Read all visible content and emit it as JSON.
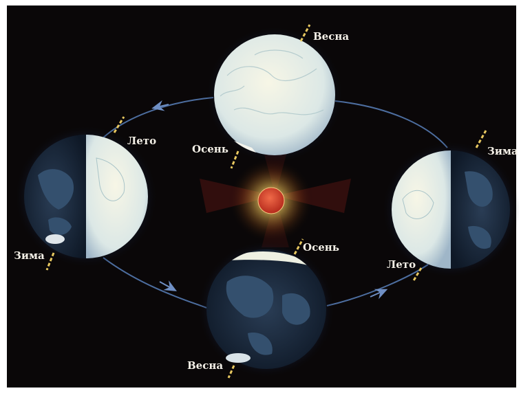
{
  "diagram": {
    "labels": {
      "top_spring": "Весна",
      "top_autumn": "Осень",
      "left_summer": "Лето",
      "left_winter": "Зима",
      "right_winter": "Зима",
      "right_summer": "Лето",
      "bottom_autumn": "Осень",
      "bottom_spring": "Весна"
    },
    "colors": {
      "background": "#0a0708",
      "sun": "#d4402a",
      "sun_glow": "#f4c65a",
      "earth_day": "#e8eed8",
      "earth_night": "#1b2a3d",
      "orbit": "#4d6ea0",
      "axis": "#e8c860"
    },
    "icons": [
      "sun-icon",
      "earth-globe-icon",
      "orbit-arrow-icon"
    ]
  }
}
